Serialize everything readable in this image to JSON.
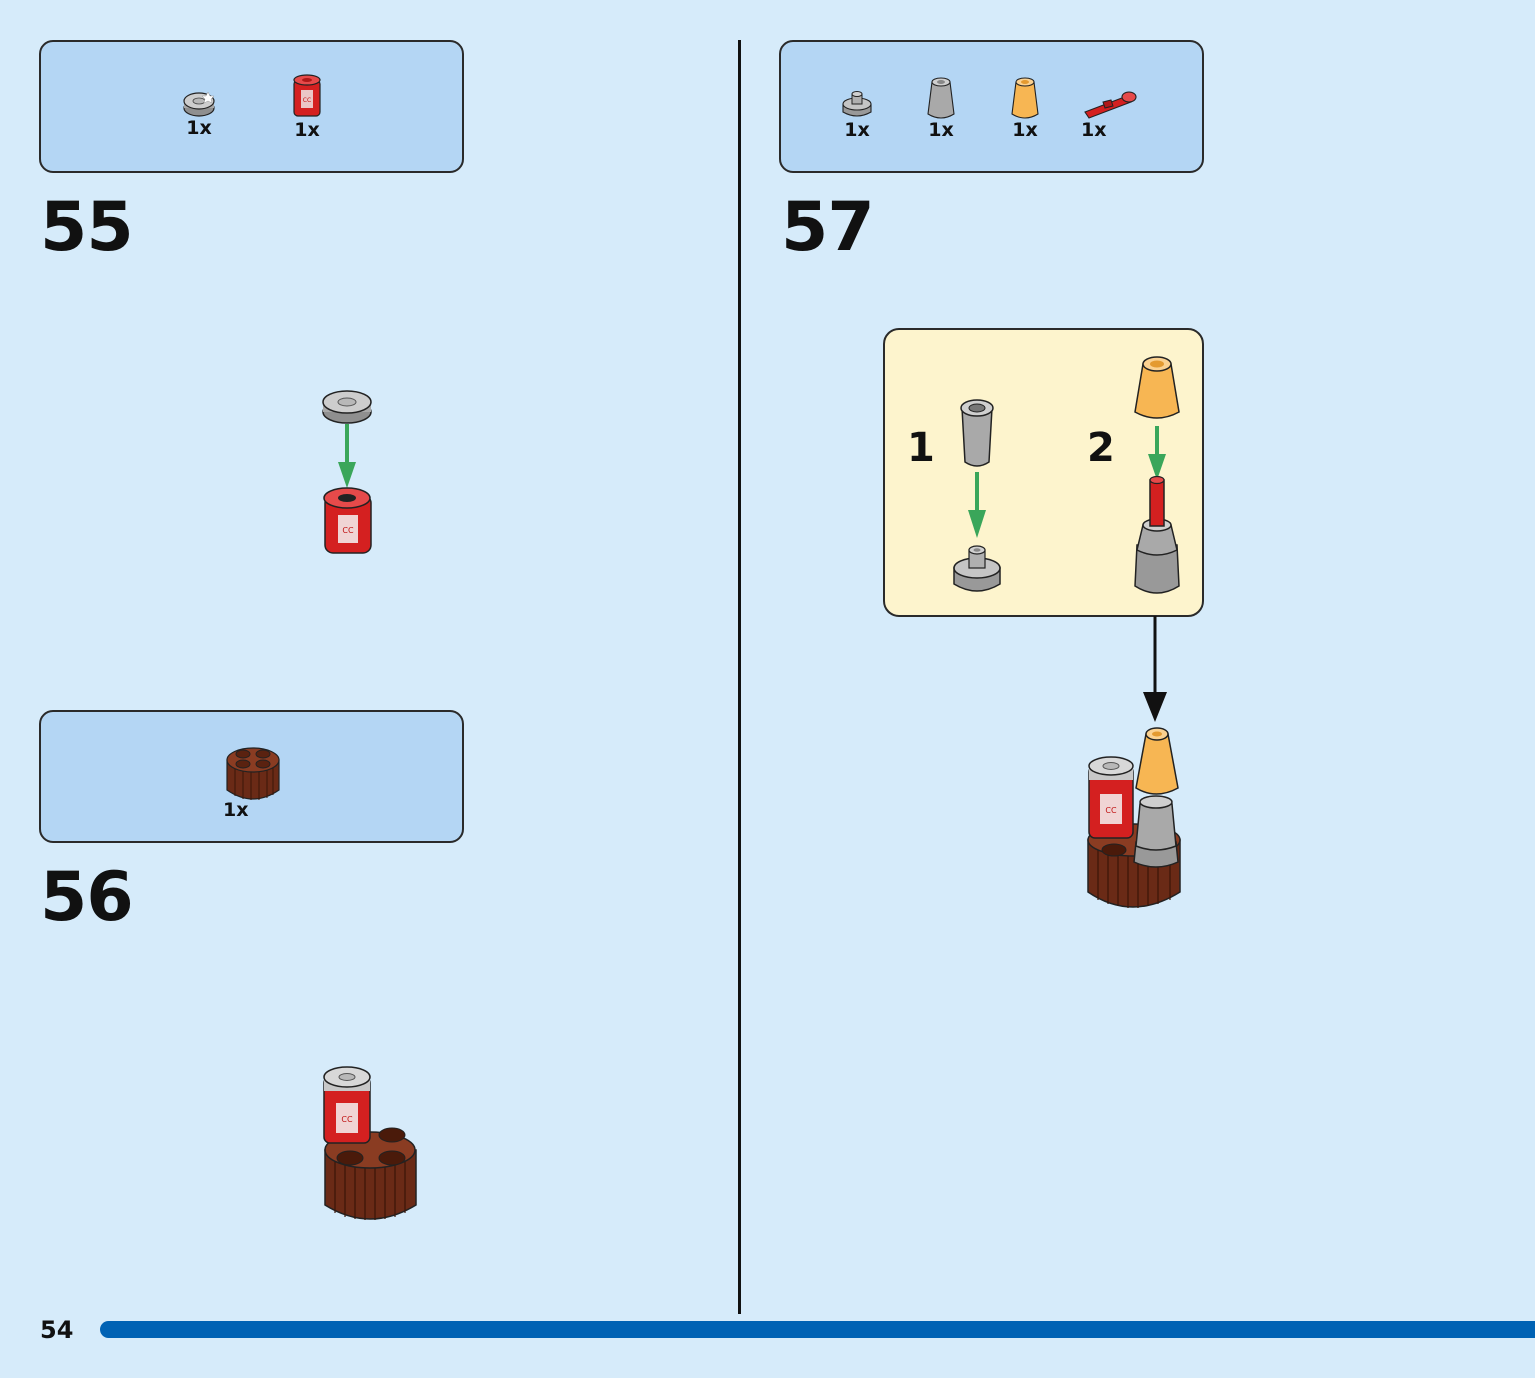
{
  "page": {
    "number": "54"
  },
  "steps": [
    {
      "number": "55",
      "parts": [
        {
          "name": "round-tile-1x1-grey",
          "qty": "1x"
        },
        {
          "name": "round-brick-1x1-red-printed",
          "qty": "1x"
        }
      ]
    },
    {
      "number": "56",
      "parts": [
        {
          "name": "round-brick-2x2-reddish-brown",
          "qty": "1x"
        }
      ]
    },
    {
      "number": "57",
      "parts": [
        {
          "name": "round-plate-1x1-grey",
          "qty": "1x"
        },
        {
          "name": "cone-1x1-grey",
          "qty": "1x"
        },
        {
          "name": "cone-1x1-trans-orange",
          "qty": "1x"
        },
        {
          "name": "bar-with-stud-red",
          "qty": "1x"
        }
      ],
      "substeps": [
        {
          "number": "1"
        },
        {
          "number": "2"
        }
      ]
    }
  ],
  "colors": {
    "background": "#d6ebfa",
    "parts_box": "#b4d6f4",
    "substep_box": "#fdf4cd",
    "page_bar": "#0062b4",
    "arrow_green": "#3aa65a",
    "red_part": "#d42020",
    "grey_part": "#a9a9a9",
    "brown_part": "#6a2a16",
    "orange_part": "#f7b653"
  }
}
